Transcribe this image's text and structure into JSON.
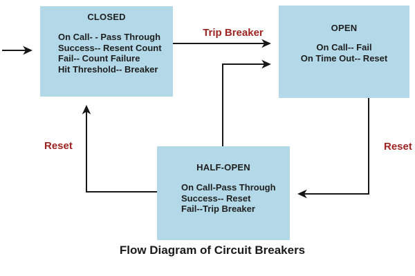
{
  "diagram": {
    "title": "Flow Diagram of Circuit Breakers",
    "states": {
      "closed": {
        "name": "CLOSED",
        "lines": [
          "On Call- - Pass Through",
          "Success-- Resent Count",
          "Fail-- Count Failure",
          "Hit Threshold-- Breaker"
        ]
      },
      "open": {
        "name": "OPEN",
        "lines": [
          "On Call-- Fail",
          "On Time Out-- Reset"
        ]
      },
      "half_open": {
        "name": "HALF-OPEN",
        "lines": [
          "On Call-Pass Through",
          "Success-- Reset",
          "Fail--Trip Breaker"
        ]
      }
    },
    "transitions": {
      "trip_breaker_label": "Trip Breaker",
      "reset_left_label": "Reset",
      "reset_right_label": "Reset"
    },
    "colors": {
      "box_fill": "#b3d8e8",
      "label_red": "#9e2421",
      "text": "#1e1e1e"
    }
  }
}
